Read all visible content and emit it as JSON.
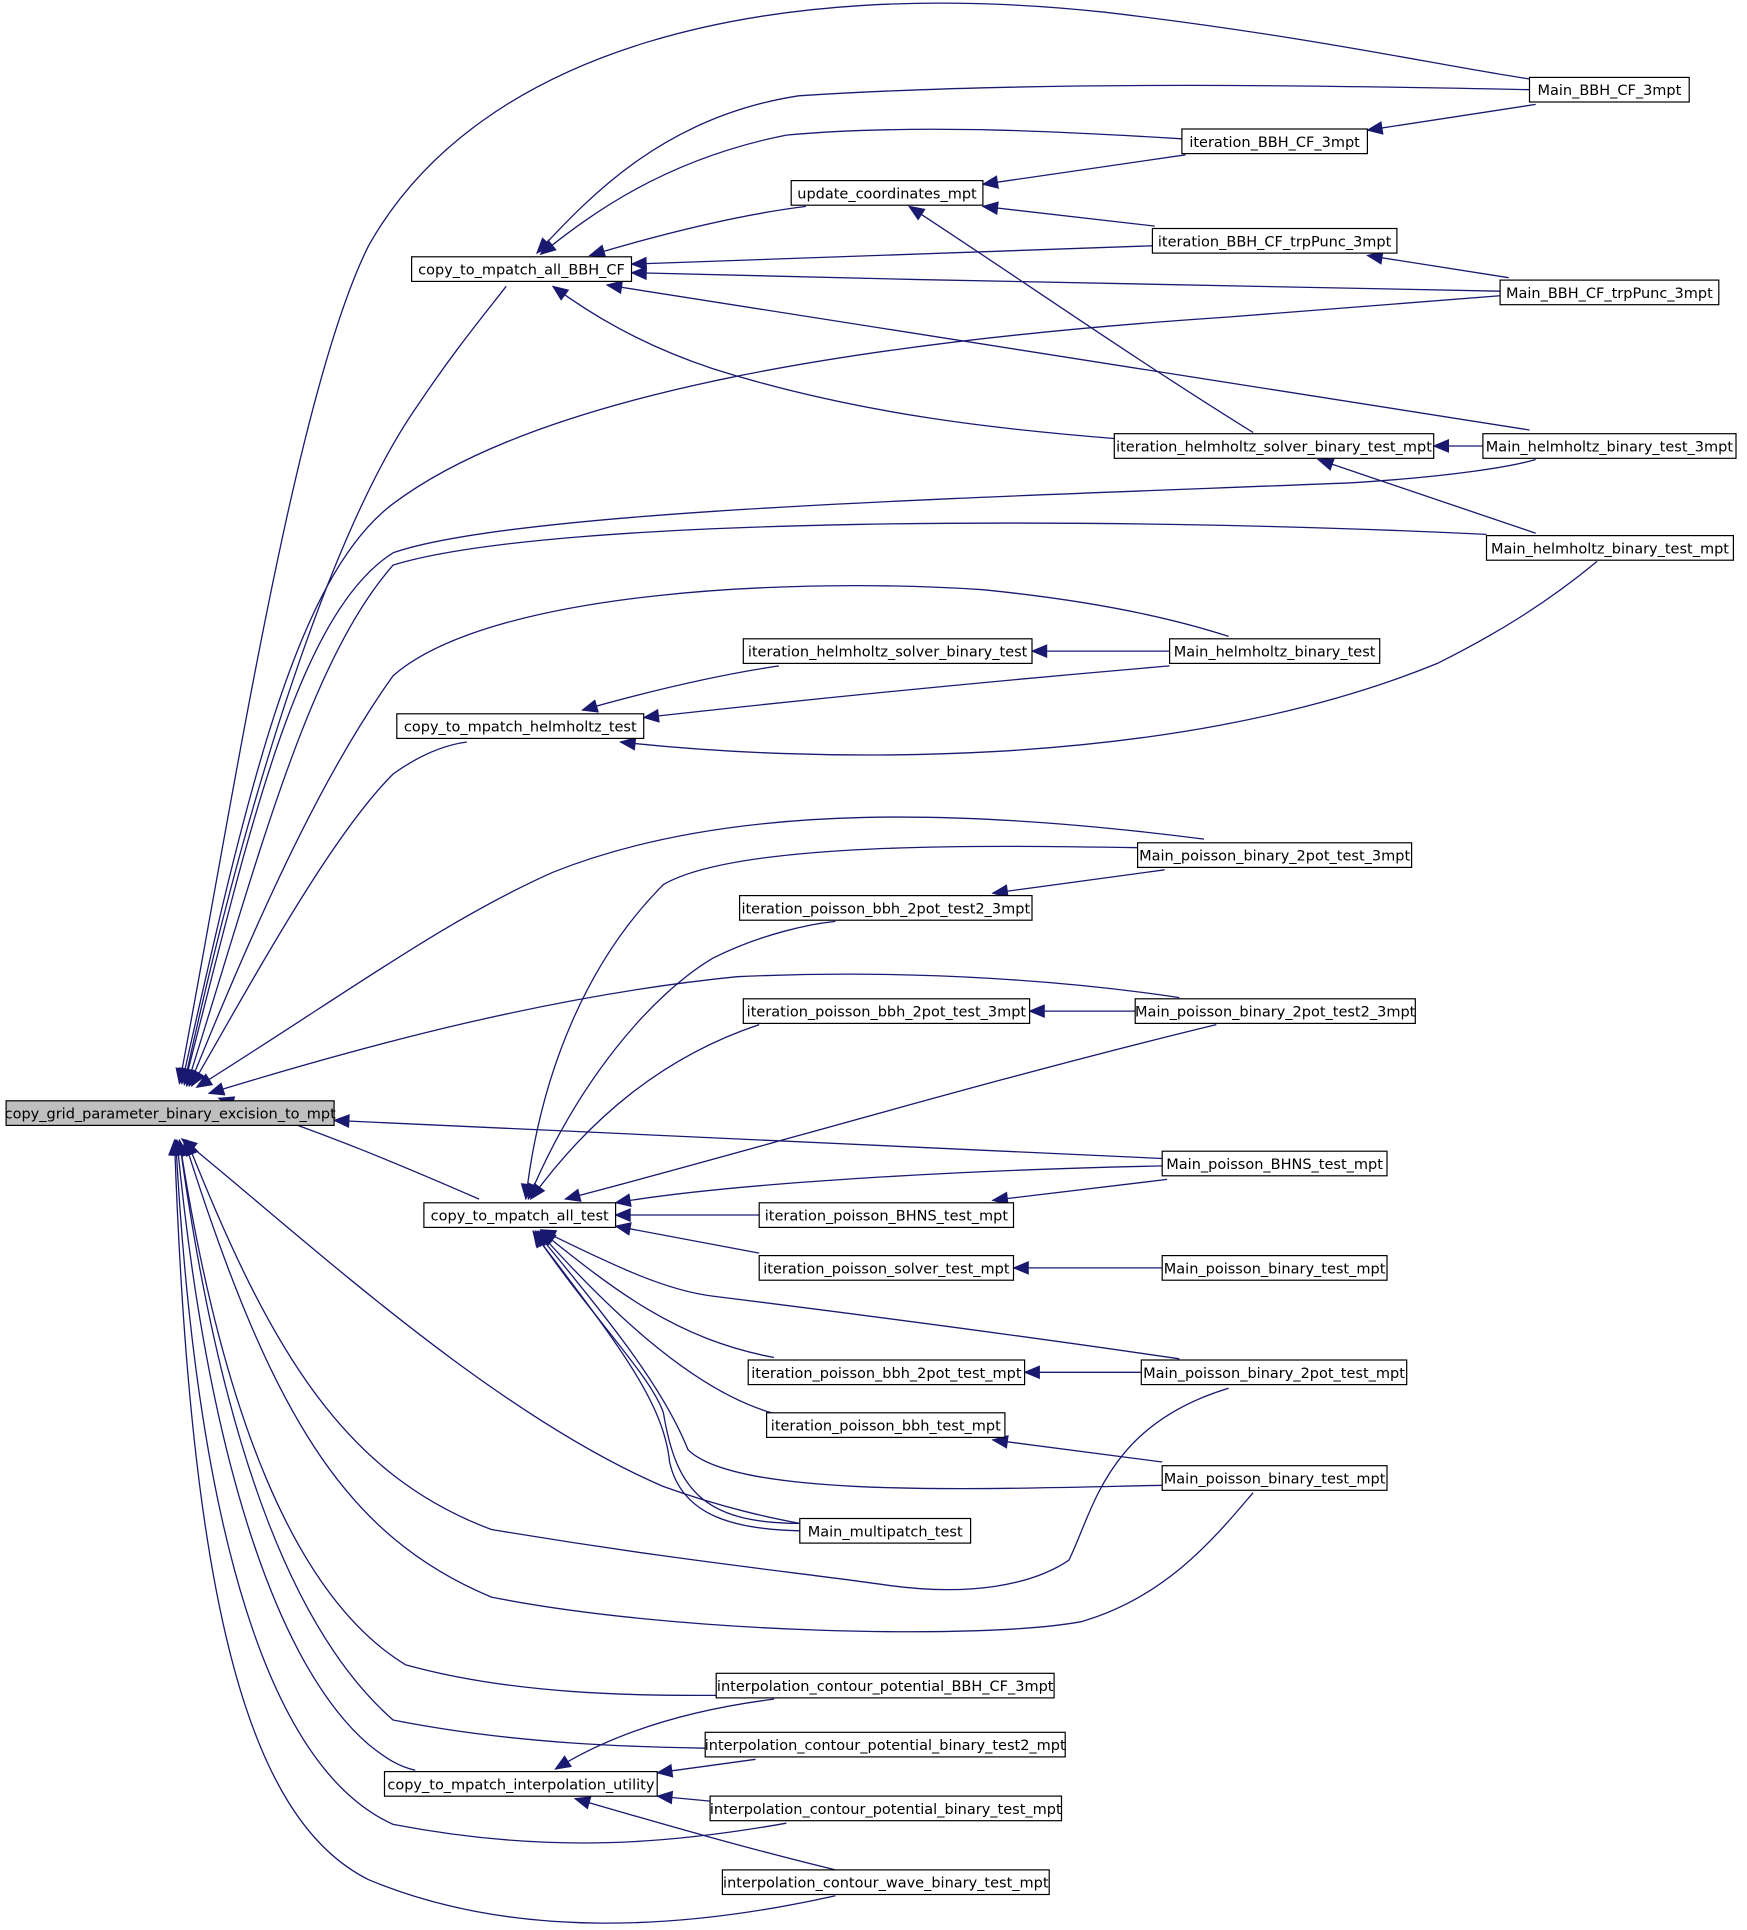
{
  "diagram": {
    "type": "call-graph",
    "edge_color": "#191970",
    "root_fill": "#bfbfbf",
    "nodes": [
      {
        "id": "root",
        "label": "copy_grid_parameter_binary_excision_to_mpt"
      },
      {
        "id": "bbhcf",
        "label": "copy_to_mpatch_all_BBH_CF"
      },
      {
        "id": "helm",
        "label": "copy_to_mpatch_helmholtz_test"
      },
      {
        "id": "alltest",
        "label": "copy_to_mpatch_all_test"
      },
      {
        "id": "interp",
        "label": "copy_to_mpatch_interpolation_utility"
      },
      {
        "id": "ucoord",
        "label": "update_coordinates_mpt"
      },
      {
        "id": "it_bbh3",
        "label": "iteration_BBH_CF_3mpt"
      },
      {
        "id": "it_bbhtrp",
        "label": "iteration_BBH_CF_trpPunc_3mpt"
      },
      {
        "id": "it_helmmpt",
        "label": "iteration_helmholtz_solver_binary_test_mpt"
      },
      {
        "id": "it_helm",
        "label": "iteration_helmholtz_solver_binary_test"
      },
      {
        "id": "m_bbh3",
        "label": "Main_BBH_CF_3mpt"
      },
      {
        "id": "m_bbhtrp",
        "label": "Main_BBH_CF_trpPunc_3mpt"
      },
      {
        "id": "m_helm3",
        "label": "Main_helmholtz_binary_test_3mpt"
      },
      {
        "id": "m_helmmpt",
        "label": "Main_helmholtz_binary_test_mpt"
      },
      {
        "id": "m_helm",
        "label": "Main_helmholtz_binary_test"
      },
      {
        "id": "m_p2p3",
        "label": "Main_poisson_binary_2pot_test_3mpt"
      },
      {
        "id": "it_p22_3",
        "label": "iteration_poisson_bbh_2pot_test2_3mpt"
      },
      {
        "id": "it_p2_3",
        "label": "iteration_poisson_bbh_2pot_test_3mpt"
      },
      {
        "id": "m_p22_3",
        "label": "Main_poisson_binary_2pot_test2_3mpt"
      },
      {
        "id": "m_bhns",
        "label": "Main_poisson_BHNS_test_mpt"
      },
      {
        "id": "it_bhns",
        "label": "iteration_poisson_BHNS_test_mpt"
      },
      {
        "id": "it_psolv",
        "label": "iteration_poisson_solver_test_mpt"
      },
      {
        "id": "m_pbin1",
        "label": "Main_poisson_binary_test_mpt"
      },
      {
        "id": "it_p2mpt",
        "label": "iteration_poisson_bbh_2pot_test_mpt"
      },
      {
        "id": "m_p2mpt",
        "label": "Main_poisson_binary_2pot_test_mpt"
      },
      {
        "id": "it_pbbh",
        "label": "iteration_poisson_bbh_test_mpt"
      },
      {
        "id": "m_pbin2",
        "label": "Main_poisson_binary_test_mpt"
      },
      {
        "id": "m_multi",
        "label": "Main_multipatch_test"
      },
      {
        "id": "ic_bbh",
        "label": "interpolation_contour_potential_BBH_CF_3mpt"
      },
      {
        "id": "ic_b2",
        "label": "interpolation_contour_potential_binary_test2_mpt"
      },
      {
        "id": "ic_b1",
        "label": "interpolation_contour_potential_binary_test_mpt"
      },
      {
        "id": "ic_wave",
        "label": "interpolation_contour_wave_binary_test_mpt"
      }
    ]
  }
}
